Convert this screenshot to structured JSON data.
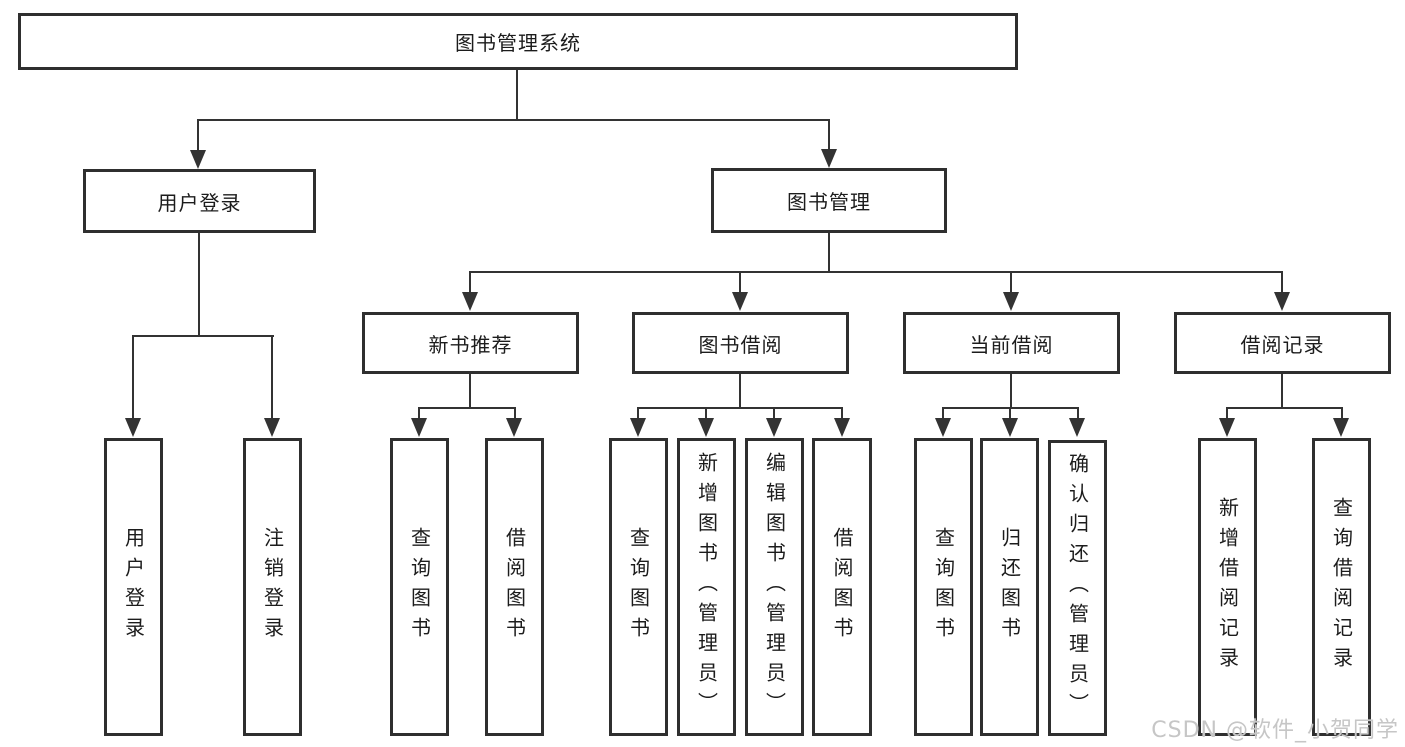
{
  "page": {
    "background": "#ffffff"
  },
  "colors": {
    "border": "#2f2f2f",
    "line": "#333333",
    "text": "#1c1c1c",
    "watermark": "#c6c6c6"
  },
  "watermark": {
    "text": "CSDN @软件_小贺同学"
  },
  "nodes": {
    "root": "图书管理系统",
    "level2": [
      "用户登录",
      "图书管理"
    ],
    "level3": [
      "新书推荐",
      "图书借阅",
      "当前借阅",
      "借阅记录"
    ],
    "leaves_user_login": [
      "用户登录",
      "注销登录"
    ],
    "leaves_new_books": [
      "查询图书",
      "借阅图书"
    ],
    "leaves_book_borrow": [
      "查询图书",
      "新增图书（管理员）",
      "编辑图书（管理员）",
      "借阅图书"
    ],
    "leaves_current_borrow": [
      "查询图书",
      "归还图书",
      "确认归还（管理员）"
    ],
    "leaves_borrow_records": [
      "新增借阅记录",
      "查询借阅记录"
    ]
  }
}
